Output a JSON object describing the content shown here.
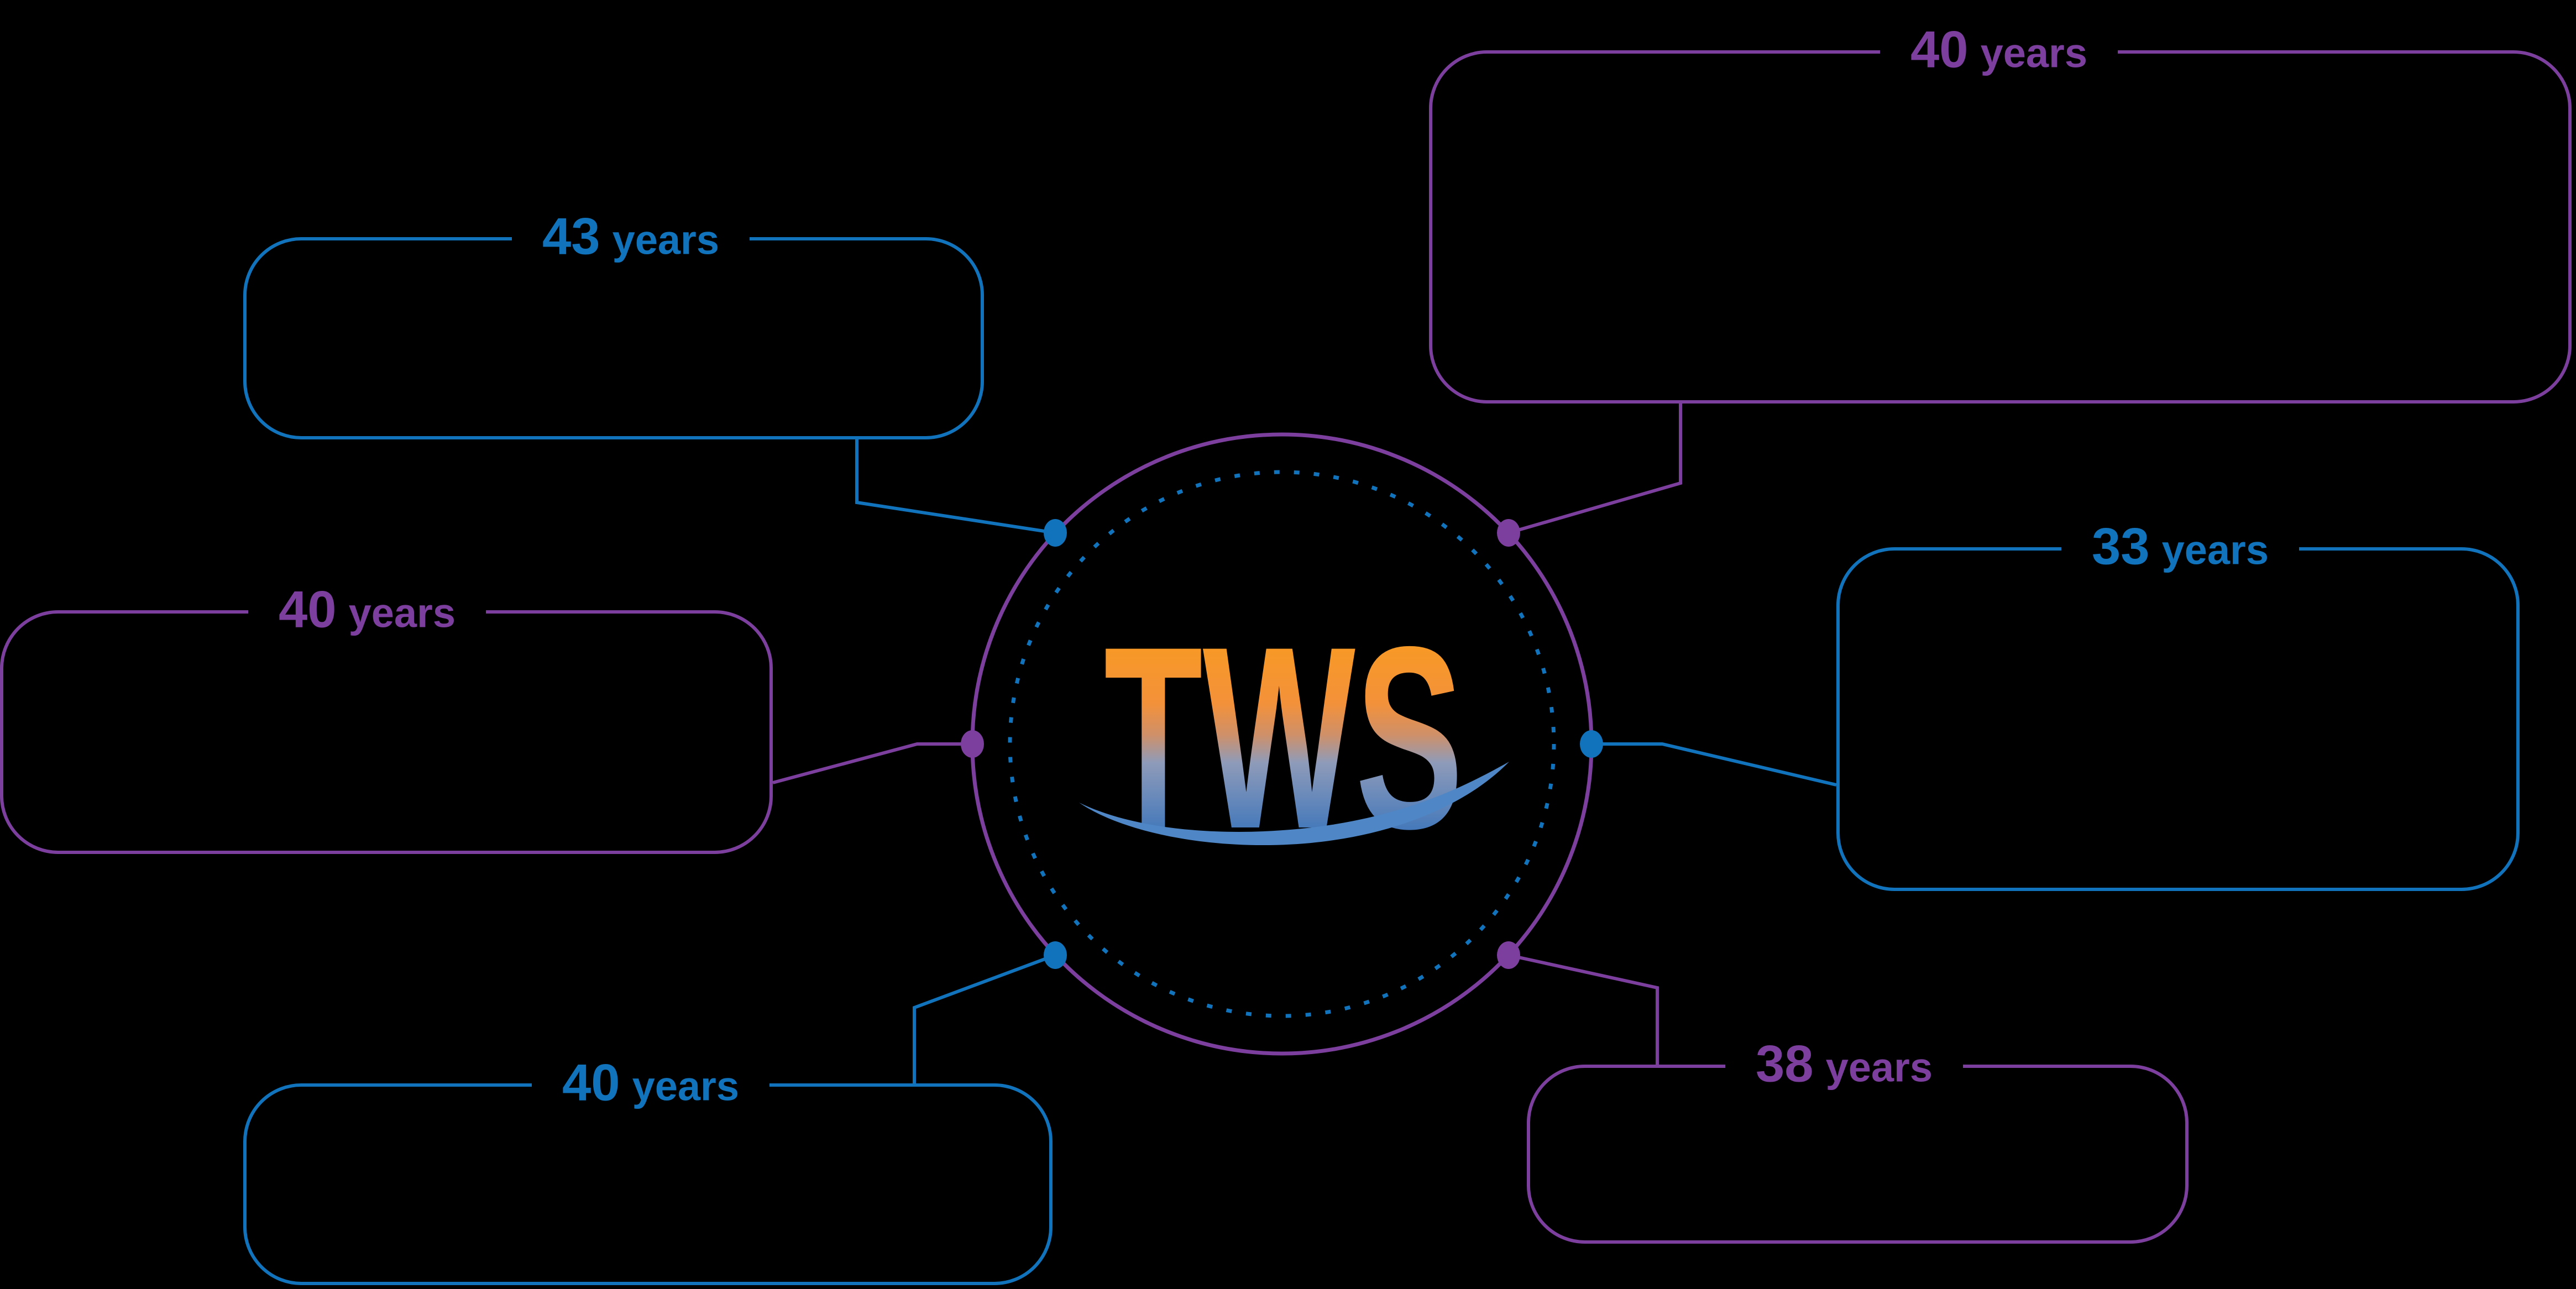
{
  "center": {
    "logo_text": "TWS"
  },
  "nodes": [
    {
      "id": "top-left",
      "value": "43",
      "unit": "years",
      "color": "#1173bc"
    },
    {
      "id": "top-right",
      "value": "40",
      "unit": "years",
      "color": "#7c3f9e"
    },
    {
      "id": "middle-left",
      "value": "40",
      "unit": "years",
      "color": "#7c3f9e"
    },
    {
      "id": "middle-right",
      "value": "33",
      "unit": "years",
      "color": "#1173bc"
    },
    {
      "id": "bottom-left",
      "value": "40",
      "unit": "years",
      "color": "#1173bc"
    },
    {
      "id": "bottom-right",
      "value": "38",
      "unit": "years",
      "color": "#7c3f9e"
    }
  ],
  "colors": {
    "background": "#000000",
    "blue": "#1173bc",
    "purple": "#7c3f9e",
    "logo_orange": "#f89b21",
    "logo_blue": "#4579ba",
    "wave_blue": "#4e86c6"
  }
}
